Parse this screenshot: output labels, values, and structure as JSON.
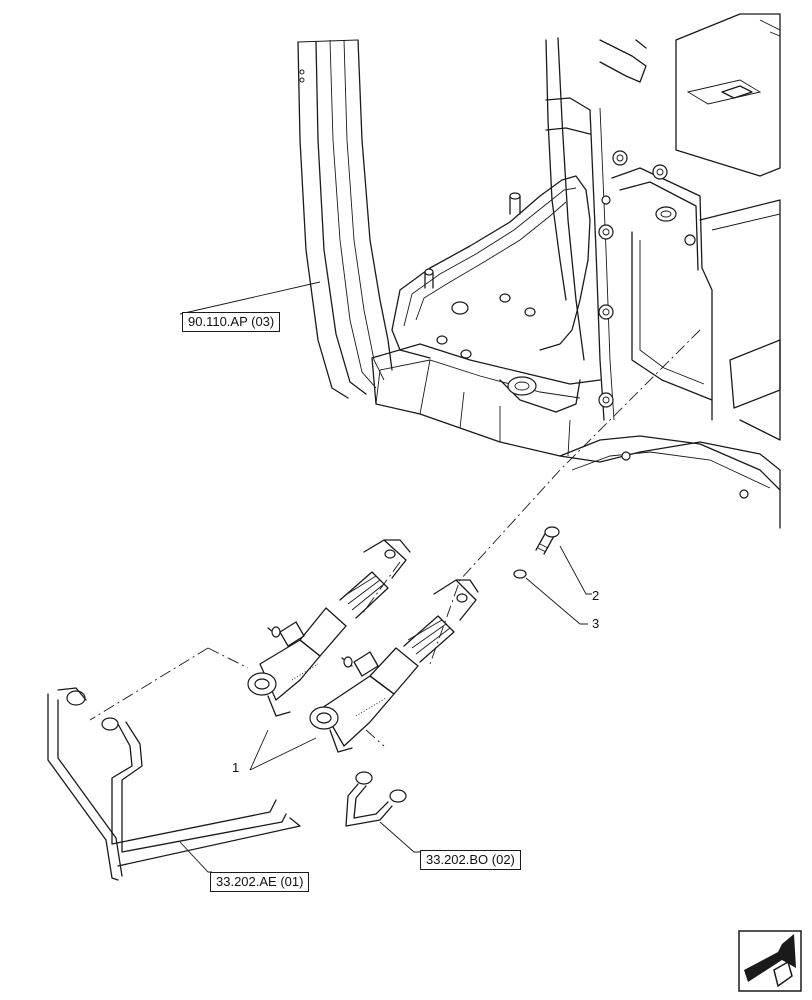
{
  "references": {
    "cab_ref": "90.110.AP (03)",
    "pipe_left_ref": "33.202.AE (01)",
    "pipe_right_ref": "33.202.BO (02)"
  },
  "callouts": {
    "item_1": "1",
    "item_2": "2",
    "item_3": "3"
  },
  "icons": {
    "navigation": "nav-arrow-icon"
  }
}
